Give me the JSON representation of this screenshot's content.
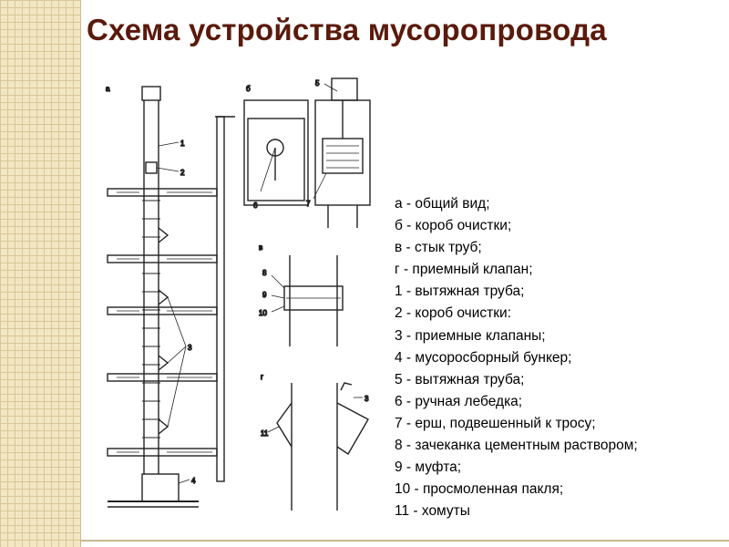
{
  "title": "Схема устройства мусоропровода",
  "figure_labels": {
    "a": "а",
    "b": "б",
    "v": "в",
    "g": "г",
    "n1": "1",
    "n2": "2",
    "n3": "3",
    "n4": "4",
    "n5": "5",
    "n6": "6",
    "n7": "7",
    "n8": "8",
    "n9": "9",
    "n10": "10",
    "n3b": "3",
    "n11": "11"
  },
  "legend": [
    "а - общий вид;",
    "б - короб очистки;",
    "в - стык труб;",
    "г - приемный клапан;",
    "1 - вытяжная труба;",
    "2 - короб очистки:",
    "3 - приемные клапаны;",
    "4 - мусоросборный бункер;",
    "5 - вытяжная труба;",
    "6 - ручная лебедка;",
    "7 - ерш, подвешенный к тросу;",
    "8 - зачеканка цементным раствором;",
    "9 - муфта;",
    "10 - просмоленная пакля;",
    "11 - хомуты"
  ]
}
